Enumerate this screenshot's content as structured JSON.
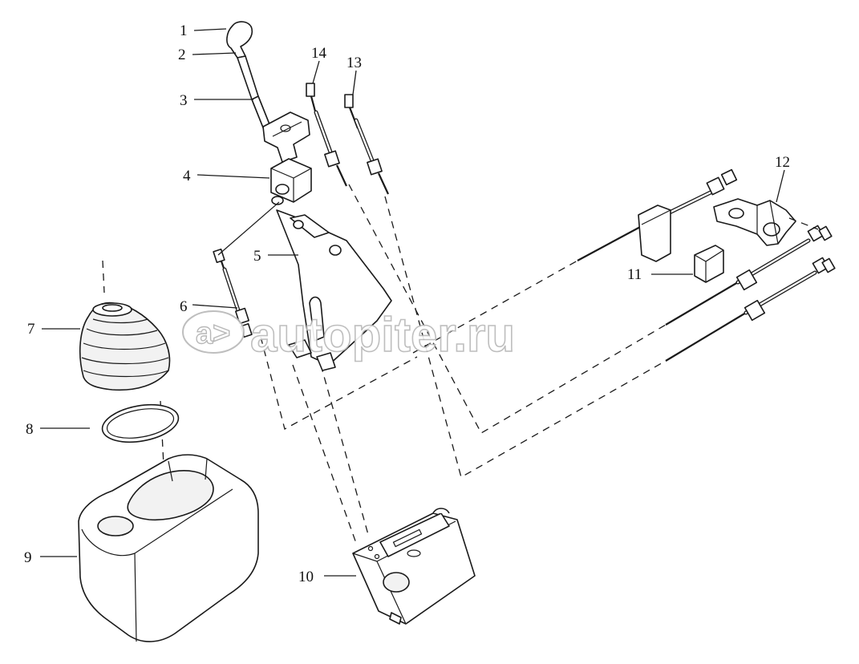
{
  "callouts": {
    "c1": "1",
    "c2": "2",
    "c3": "3",
    "c4": "4",
    "c5": "5",
    "c6": "6",
    "c7": "7",
    "c8": "8",
    "c9": "9",
    "c10": "10",
    "c11": "11",
    "c12": "12",
    "c13": "13",
    "c14": "14"
  },
  "watermark": "autopiter.ru"
}
